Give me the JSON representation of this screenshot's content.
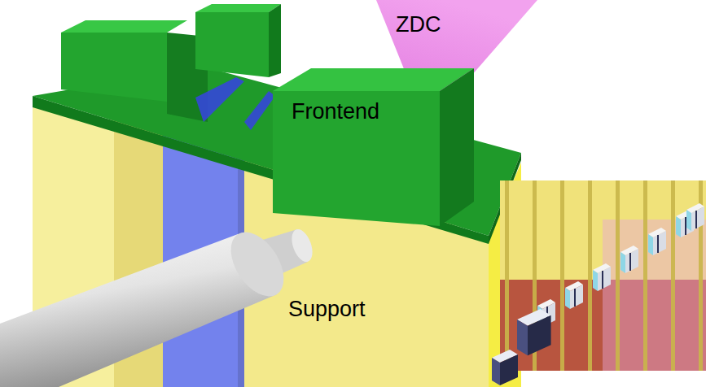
{
  "diagram": {
    "labels": [
      "ZDC",
      "Frontend",
      "Support"
    ]
  }
}
